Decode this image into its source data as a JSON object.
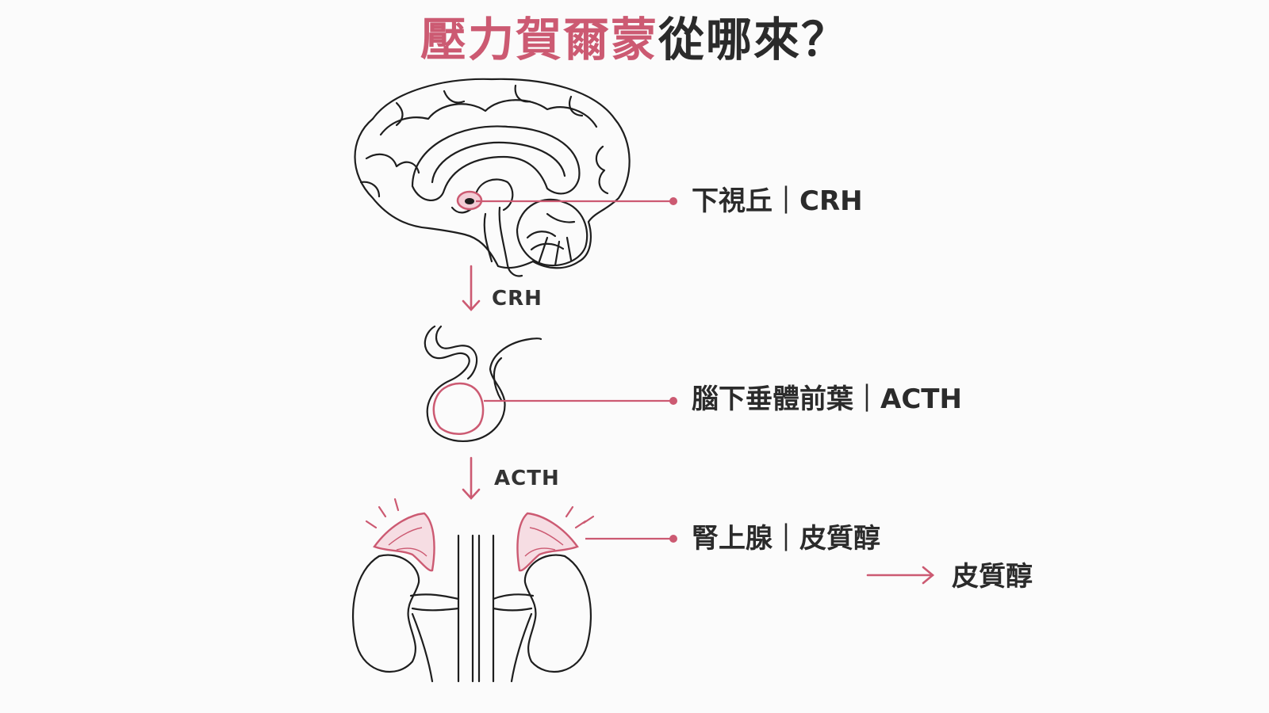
{
  "title": {
    "accent": "壓力賀爾蒙",
    "rest": "從哪來？"
  },
  "steps": [
    {
      "label": "下視丘｜CRH"
    },
    {
      "label": "腦下垂體前葉｜ACTH"
    },
    {
      "label": "腎上腺｜皮質醇"
    }
  ],
  "arrows": [
    {
      "label": "CRH"
    },
    {
      "label": "ACTH"
    }
  ],
  "output": {
    "label": "皮質醇"
  },
  "colors": {
    "accent": "#cc5a72",
    "line": "#1e1e1e",
    "background": "#fbfbfb"
  }
}
